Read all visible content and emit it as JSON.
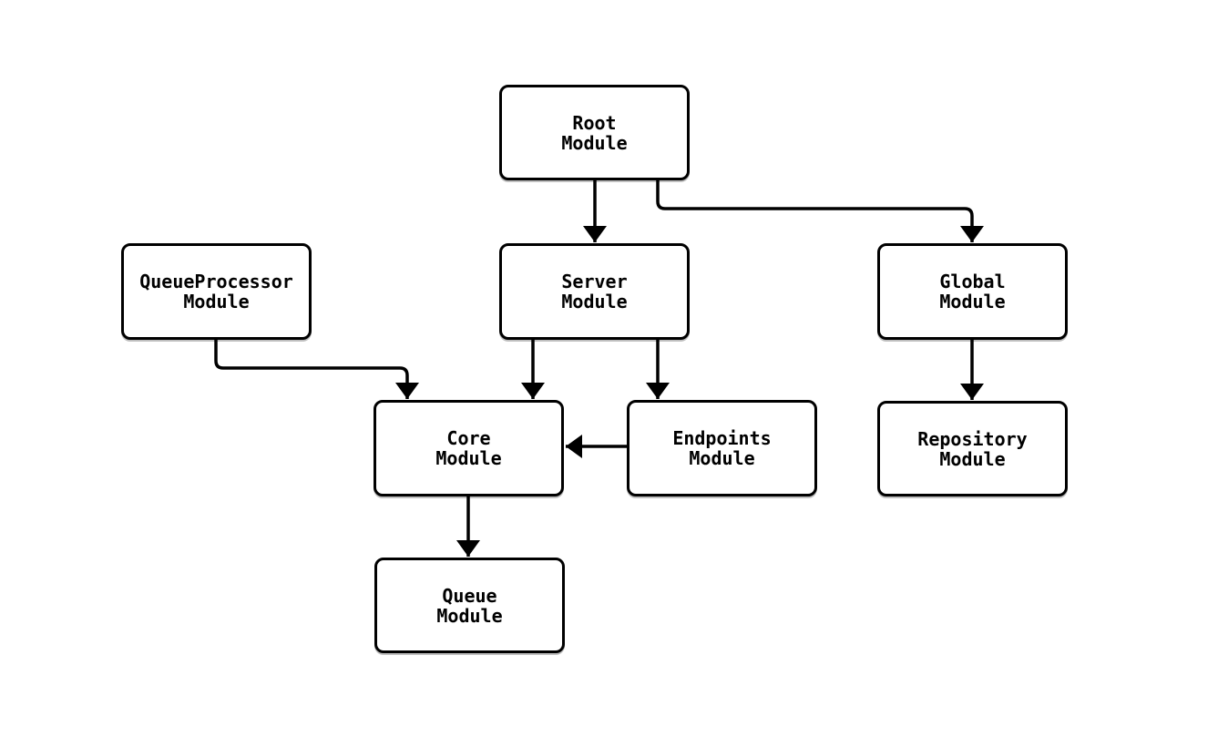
{
  "diagram": {
    "type": "flowchart",
    "background_color": "#ffffff",
    "node_fill_color": "#ffffff",
    "stroke_color": "#000000",
    "text_color": "#000000",
    "nodes": {
      "root": {
        "label": "Root\nModule"
      },
      "queueprocessor": {
        "label": "QueueProcessor\nModule"
      },
      "server": {
        "label": "Server\nModule"
      },
      "global": {
        "label": "Global\nModule"
      },
      "core": {
        "label": "Core\nModule"
      },
      "endpoints": {
        "label": "Endpoints\nModule"
      },
      "repository": {
        "label": "Repository\nModule"
      },
      "queue": {
        "label": "Queue\nModule"
      }
    },
    "edges": [
      {
        "from": "Root Module",
        "to": "Server Module"
      },
      {
        "from": "Root Module",
        "to": "Global Module"
      },
      {
        "from": "QueueProcessor Module",
        "to": "Core Module"
      },
      {
        "from": "Server Module",
        "to": "Core Module"
      },
      {
        "from": "Server Module",
        "to": "Endpoints Module"
      },
      {
        "from": "Endpoints Module",
        "to": "Core Module"
      },
      {
        "from": "Global Module",
        "to": "Repository Module"
      },
      {
        "from": "Core Module",
        "to": "Queue Module"
      }
    ]
  }
}
